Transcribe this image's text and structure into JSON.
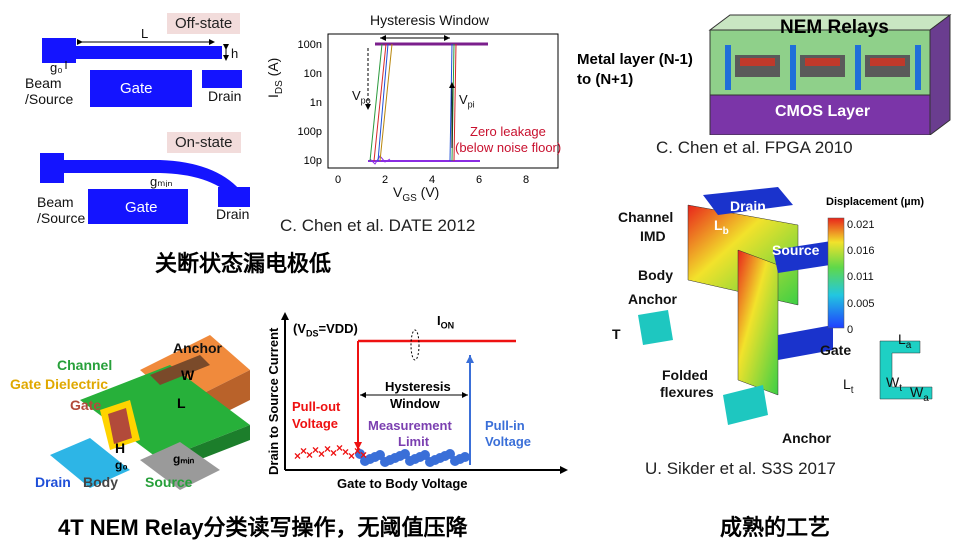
{
  "nem_schematic": {
    "off_tag": "Off-state",
    "on_tag": "On-state",
    "L": "L",
    "h": "h",
    "g0": "g₀",
    "gmin": "gₘᵢₙ",
    "beam1": "Beam",
    "beam2": "/Source",
    "gate": "Gate",
    "drain": "Drain"
  },
  "hyst_plot": {
    "title": "Hysteresis Window",
    "ylabel": "I",
    "ylabel_sub": "DS",
    "ylabel_unit": " (A)",
    "xlabel": "V",
    "xlabel_sub": "GS",
    "xlabel_unit": " (V)",
    "yticks": [
      "100n",
      "10n",
      "1n",
      "100p",
      "10p"
    ],
    "xticks": [
      "0",
      "2",
      "4",
      "6",
      "8"
    ],
    "vpo": "V",
    "vpo_sub": "po",
    "vpi": "V",
    "vpi_sub": "pi",
    "zero_leak1": "Zero leakage",
    "zero_leak2": "(below noise floor)",
    "caption": "C. Chen et al. DATE 2012"
  },
  "left_title": "关断状态漏电极低",
  "fpga": {
    "title": "NEM Relays",
    "metal1": "Metal layer (N-1)",
    "metal2": "to (N+1)",
    "cmos": "CMOS Layer",
    "caption": "C. Chen et al. FPGA 2010"
  },
  "relay3d": {
    "drain": "Drain",
    "source": "Source",
    "channel": "Channel",
    "imd": "IMD",
    "body": "Body",
    "anchor": "Anchor",
    "t": "T",
    "folded1": "Folded",
    "folded2": "flexures",
    "gate": "Gate",
    "anchor2": "Anchor",
    "lb": "L",
    "lb_sub": "b",
    "la": "L",
    "la_sub": "a",
    "lt": "L",
    "lt_sub": "t",
    "wt": "W",
    "wt_sub": "t",
    "wa": "W",
    "wa_sub": "a",
    "colorbar_title": "Displacement (µm)",
    "colorbar_ticks": [
      "0.021",
      "0.016",
      "0.011",
      "0.005",
      "0"
    ],
    "caption": "U. Sikder et al. S3S 2017"
  },
  "fourt": {
    "channel": "Channel",
    "gate_diel": "Gate Dielectric",
    "gate": "Gate",
    "anchor": "Anchor",
    "W": "W",
    "L": "L",
    "H": "H",
    "g0": "g₀",
    "gmin": "gₘᵢₙ",
    "drain": "Drain",
    "body": "Body",
    "source": "Source"
  },
  "iv_plot": {
    "ylabel": "Drain to Source Current",
    "xlabel": "Gate to Body Voltage",
    "vds": "(V",
    "vds_sub": "DS",
    "vds_rest": "=VDD)",
    "ion": "I",
    "ion_sub": "ON",
    "hyst1": "Hysteresis",
    "hyst2": "Window",
    "pullout1": "Pull-out",
    "pullout2": "Voltage",
    "meas1": "Measurement",
    "meas2": "Limit",
    "pullin1": "Pull-in",
    "pullin2": "Voltage"
  },
  "bottom_left_title": "4T NEM Relay分类读写操作，无阈值压降",
  "bottom_right_title": "成熟的工艺",
  "colors": {
    "relay_blue": "#1414ff",
    "tag_pink": "#f2dcdb",
    "line_purple": "#7b1f8c",
    "red": "#ee1111",
    "blue_arrow": "#3a6fd8",
    "green": "#22aa33",
    "orange": "#f08a3c"
  }
}
